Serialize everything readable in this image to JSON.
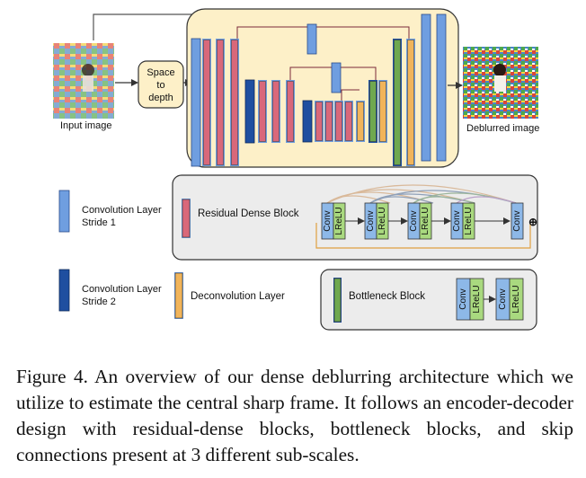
{
  "diagram": {
    "input_label": "Input image",
    "output_label": "Deblurred image",
    "space_to_depth": [
      "Space",
      "to",
      "depth"
    ],
    "legend": {
      "conv_stride1": [
        "Convolution Layer",
        "Stride 1"
      ],
      "conv_stride2": [
        "Convolution Layer",
        "Stride 2"
      ],
      "residual_dense_block": "Residual Dense Block",
      "deconvolution_layer": "Deconvolution Layer",
      "bottleneck_block": "Bottleneck Block"
    },
    "block_labels": {
      "conv": "Conv",
      "lrelu": "LReLU"
    }
  },
  "caption": "Figure 4. An overview of our dense deblurring architecture which we utilize to estimate the central sharp frame.  It follows an encoder-decoder design with residual-dense blocks, bottleneck blocks, and skip connections present at 3 different sub-scales.",
  "colors": {
    "conv_stride1": "#6f9ee0",
    "conv_stride2": "#1f4fa0",
    "residual_dense": "#d9687a",
    "deconvolution": "#f1b45a",
    "bottleneck": "#6fa84f",
    "conv_block": "#8db8e8",
    "lrelu_block": "#a9d97f",
    "encoder_background": "#fdf0c8"
  }
}
